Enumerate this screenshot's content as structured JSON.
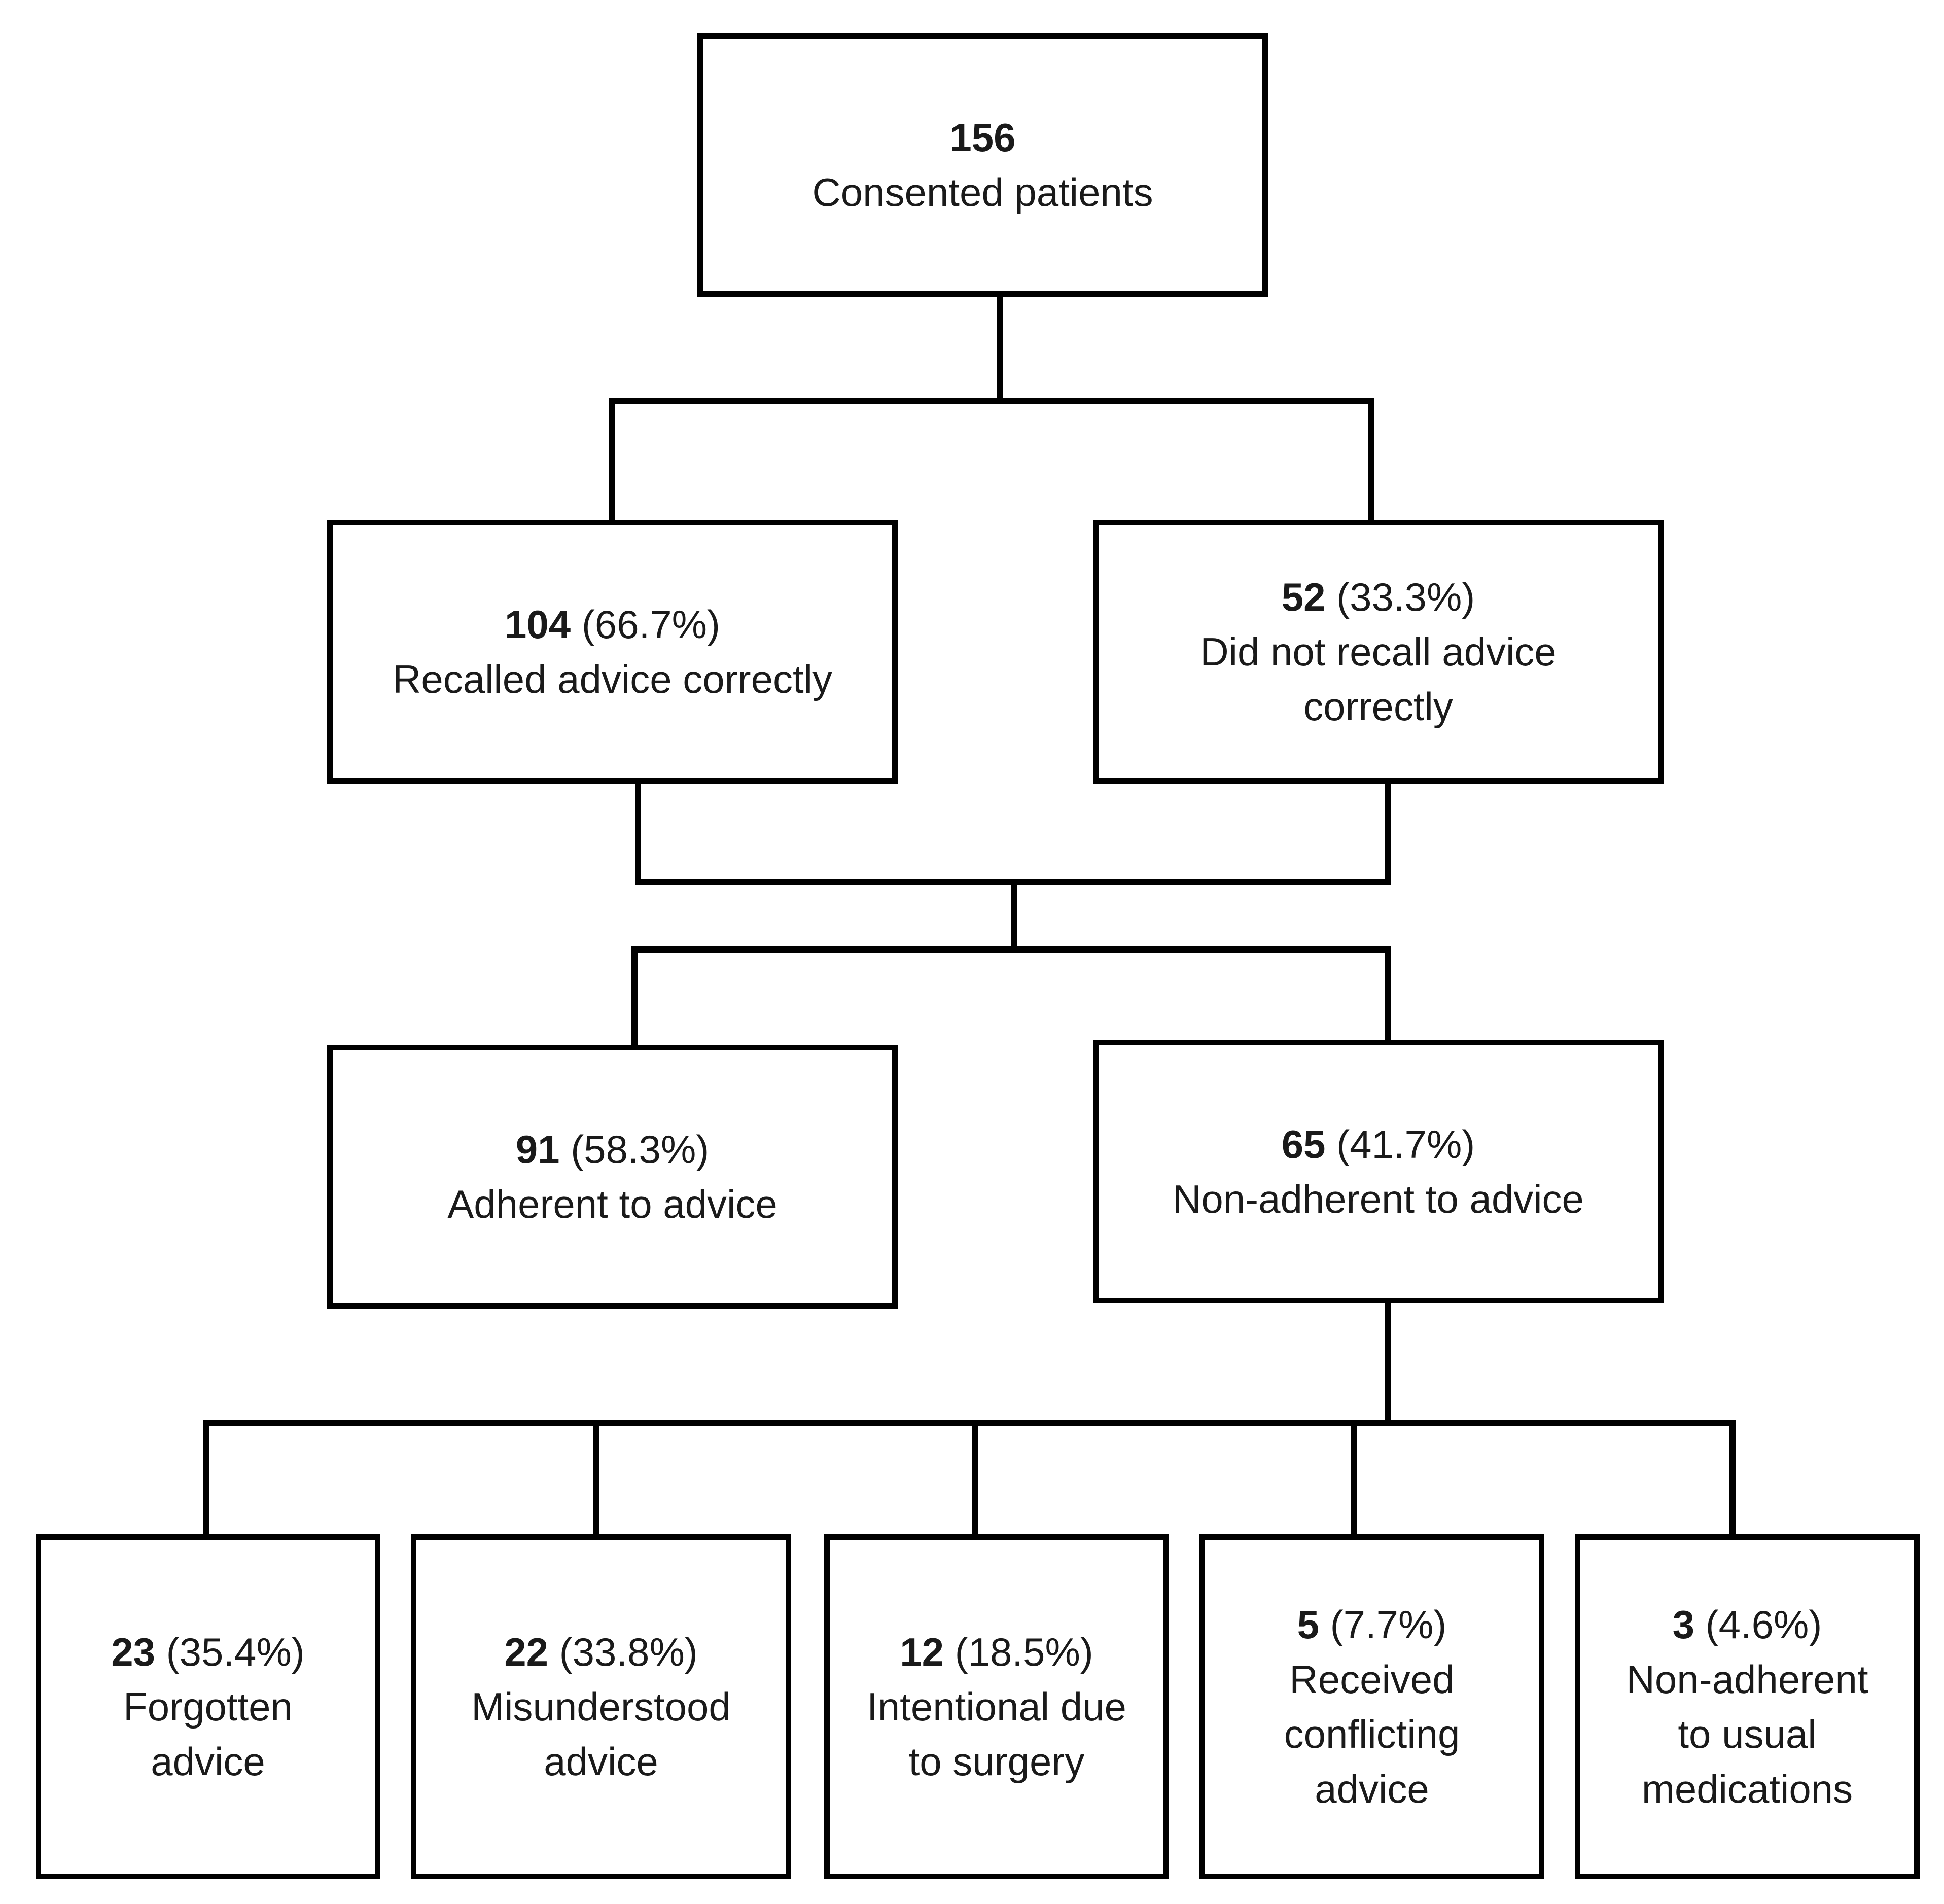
{
  "root": {
    "count": "156",
    "label": "Consented patients"
  },
  "recall": [
    {
      "count": "104",
      "pct": "(66.7%)",
      "label": "Recalled advice correctly"
    },
    {
      "count": "52",
      "pct": "(33.3%)",
      "label": "Did not recall advice\ncorrectly"
    }
  ],
  "adherence": [
    {
      "count": "91",
      "pct": "(58.3%)",
      "label": "Adherent to advice"
    },
    {
      "count": "65",
      "pct": "(41.7%)",
      "label": "Non-adherent to advice"
    }
  ],
  "reasons": [
    {
      "count": "23",
      "pct": "(35.4%)",
      "label": "Forgotten\nadvice"
    },
    {
      "count": "22",
      "pct": "(33.8%)",
      "label": "Misunderstood\nadvice"
    },
    {
      "count": "12",
      "pct": "(18.5%)",
      "label": "Intentional due\nto surgery"
    },
    {
      "count": "5",
      "pct": "(7.7%)",
      "label": "Received\nconflicting\nadvice"
    },
    {
      "count": "3",
      "pct": "(4.6%)",
      "label": "Non-adherent\nto usual\nmedications"
    }
  ]
}
